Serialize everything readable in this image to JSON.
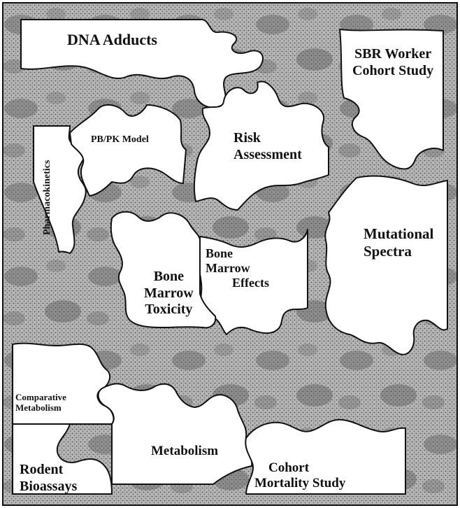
{
  "pieces": {
    "dna_adducts": "DNA Adducts",
    "sbr_worker_line1": "SBR Worker",
    "sbr_worker_line2": "Cohort Study",
    "pharmacokinetics": "Pharmacokinetics",
    "pbpk_model": "PB/PK Model",
    "risk_line1": "Risk",
    "risk_line2": "Assessment",
    "mutational_line1": "Mutational",
    "mutational_line2": "Spectra",
    "bm_effects_line1": "Bone",
    "bm_effects_line2": "Marrow",
    "bm_effects_line3": "Effects",
    "bm_toxicity_line1": "Bone",
    "bm_toxicity_line2": "Marrow",
    "bm_toxicity_line3": "Toxicity",
    "comparative_line1": "Comparative",
    "comparative_line2": "Metabolism",
    "metabolism": "Metabolism",
    "rodent_line1": "Rodent",
    "rodent_line2": "Bioassays",
    "cohort_mortality_line1": "Cohort",
    "cohort_mortality_line2": "Mortality Study"
  },
  "colors": {
    "background_pattern": "#9a9a9a",
    "piece_fill": "#ffffff",
    "outline": "#111111"
  }
}
